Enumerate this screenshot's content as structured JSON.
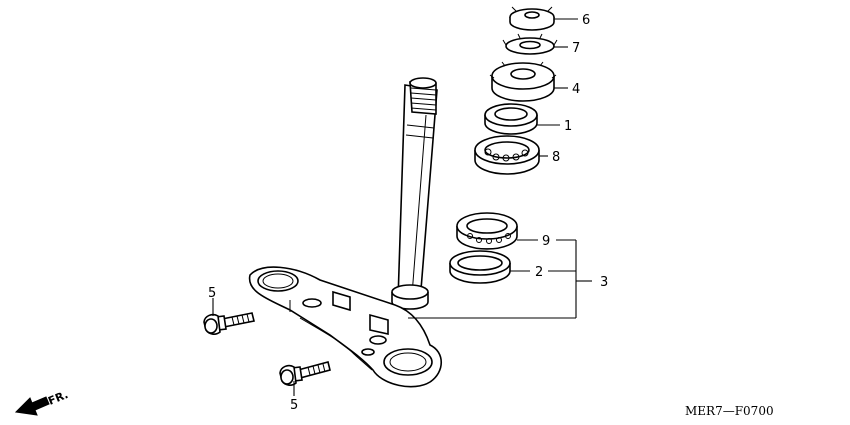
{
  "diagram": {
    "drawing_code": "MER7—F0700",
    "front_indicator": "FR.",
    "callouts": [
      {
        "id": "1",
        "text": "1"
      },
      {
        "id": "2",
        "text": "2"
      },
      {
        "id": "3",
        "text": "3"
      },
      {
        "id": "4",
        "text": "4"
      },
      {
        "id": "5a",
        "text": "5"
      },
      {
        "id": "5b",
        "text": "5"
      },
      {
        "id": "6",
        "text": "6"
      },
      {
        "id": "7",
        "text": "7"
      },
      {
        "id": "8",
        "text": "8"
      },
      {
        "id": "9",
        "text": "9"
      }
    ]
  }
}
